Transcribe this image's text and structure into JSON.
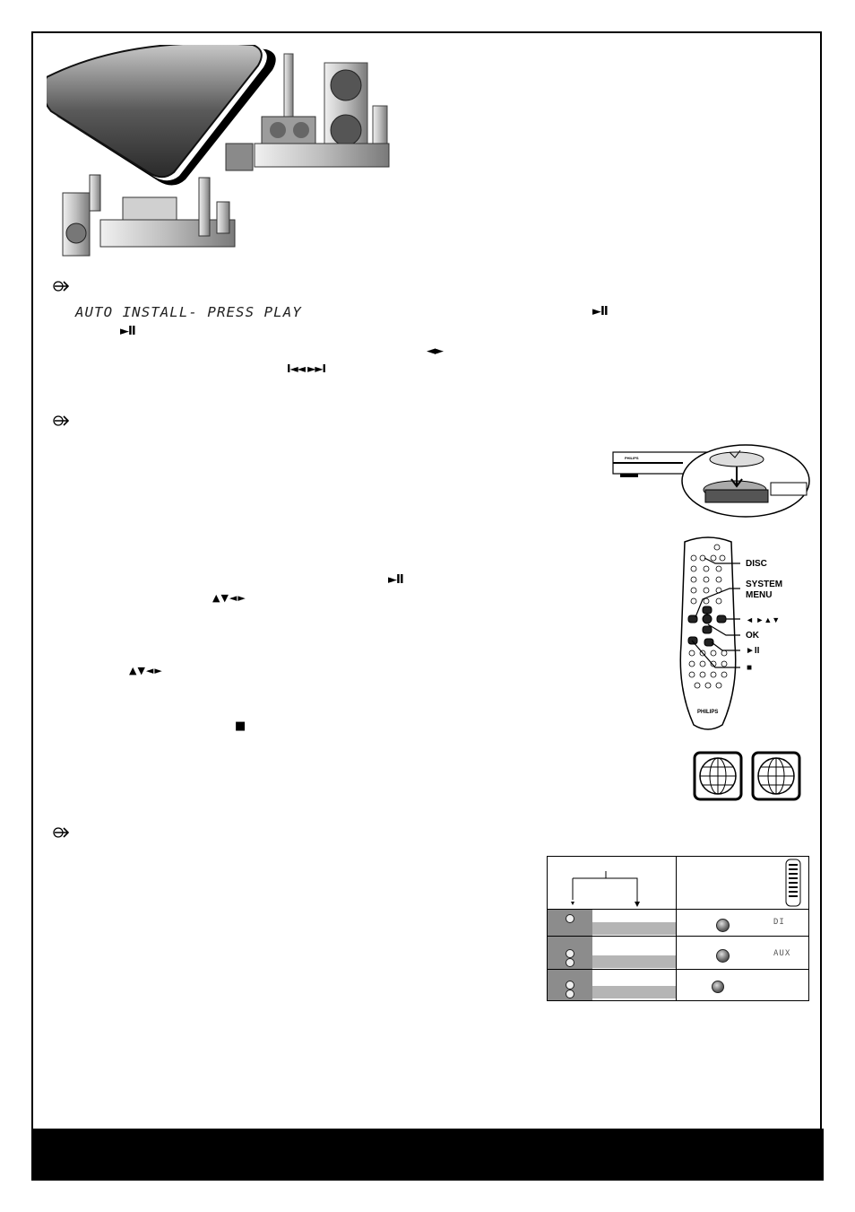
{
  "display": {
    "auto_install": "AUTO INSTALL- PRESS PLAY"
  },
  "symbols": {
    "play_pause_1": "►II",
    "play_pause_2": "►II",
    "left_right": "◄►",
    "prev_next": "I◄◄ ►►I",
    "play_pause_3": "►II",
    "arrows_1": "▲▼◄►",
    "arrows_2": "▲▼◄►",
    "stop": "■"
  },
  "remote": {
    "brand": "PHILIPS",
    "labels": {
      "disc": "DISC",
      "system_menu_1": "SYSTEM",
      "system_menu_2": "MENU",
      "nav": "◄ ►▲▼",
      "ok": "OK",
      "play_pause": "►II",
      "stop": "■"
    }
  },
  "player": {
    "brand": "PHILIPS"
  },
  "table": {
    "lcd_row1": "DI",
    "lcd_row2": "AUX"
  },
  "icons": [
    "arrow-right-icon",
    "globe-icon",
    "remote-icon",
    "disc-icon"
  ]
}
